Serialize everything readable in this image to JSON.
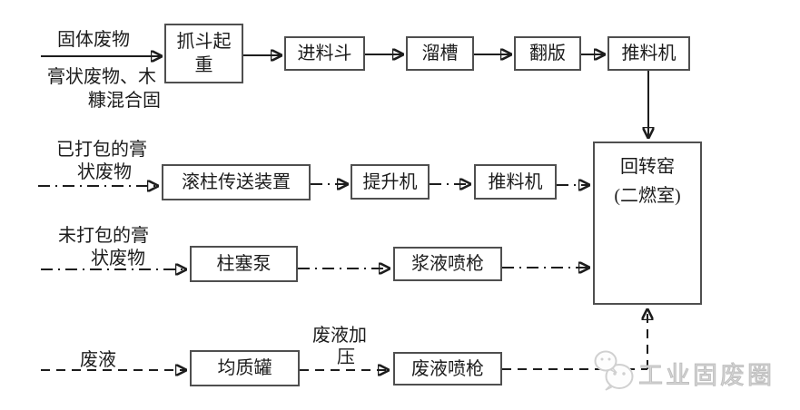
{
  "colors": {
    "background": "#ffffff",
    "line": "#1d1d1d",
    "box_border": "#4f4f4f",
    "text": "#1c1c1c",
    "watermark": "#c9c9c9"
  },
  "streams": {
    "solid_waste": {
      "label": "固体废物",
      "sublabel_line1": "膏状废物、木",
      "sublabel_line2": "糠混合固"
    },
    "packed_paste": {
      "label_line1": "已打包的膏",
      "label_line2": "状废物"
    },
    "unpacked_paste": {
      "label_line1": "未打包的膏",
      "label_line2": "状废物"
    },
    "waste_liquid": {
      "label": "废液",
      "note_line1": "废液加",
      "note_line2": "压"
    }
  },
  "boxes": {
    "grab_crane": "抓斗起重",
    "feed_hopper": "进料斗",
    "chute": "溜槽",
    "flip_plate": "翻版",
    "pusher_top": "推料机",
    "roller_conveyor": "滚柱传送装置",
    "elevator": "提升机",
    "pusher_mid": "推料机",
    "plunger_pump": "柱塞泵",
    "slurry_spray_gun": "浆液喷枪",
    "homogenizing_tank": "均质罐",
    "waste_liquid_spray_gun": "废液喷枪",
    "rotary_kiln_line1": "回转窑",
    "rotary_kiln_line2": "(二燃室)"
  },
  "watermark": {
    "logo": "wechat-bubbles-icon",
    "text": "工业固废圈"
  },
  "line_styles": {
    "solid_waste_feed": "solid",
    "packed_paste_feed": "dash-dot",
    "unpacked_paste_feed": "dash-dot",
    "waste_liquid_feed": "dashed"
  }
}
